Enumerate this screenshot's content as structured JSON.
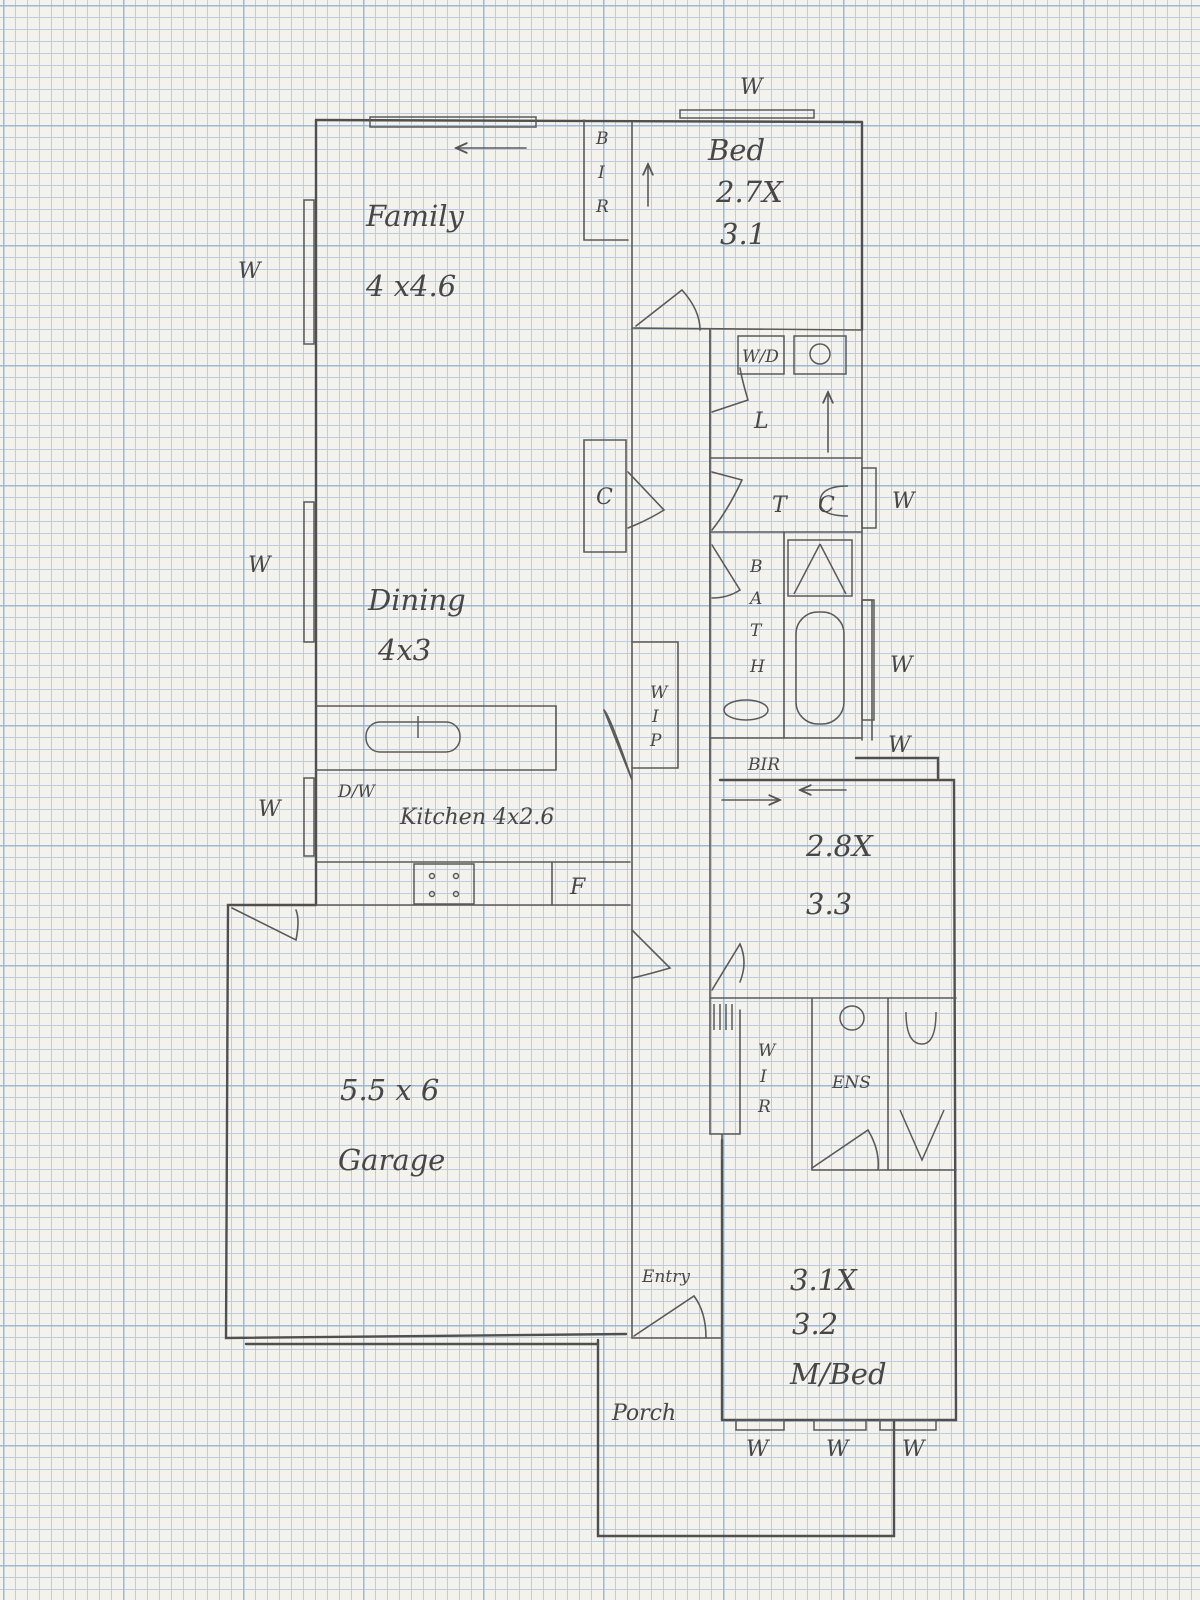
{
  "rooms": {
    "family": {
      "name": "Family",
      "size": "4 x4.6"
    },
    "dining": {
      "name": "Dining",
      "size": "4x3"
    },
    "kitchen": {
      "label": "Kitchen 4x2.6",
      "dishwasher": "D/W",
      "fridge": "F"
    },
    "bed": {
      "name": "Bed",
      "size_line1": "2.7X",
      "size_line2": "3.1"
    },
    "bed2": {
      "size_line1": "2.8X",
      "size_line2": "3.3"
    },
    "garage": {
      "size": "5.5 x 6",
      "name": "Garage"
    },
    "master": {
      "size_line1": "3.1X",
      "size_line2": "3.2",
      "name": "M/Bed"
    },
    "porch": {
      "name": "Porch"
    },
    "entry": {
      "name": "Entry"
    },
    "ensuite": {
      "name": "ENS"
    },
    "laundry": {
      "name": "L",
      "washer": "W/D"
    },
    "toilet": {
      "name": "T",
      "cupboard": "C"
    },
    "bath": {
      "letters": [
        "B",
        "A",
        "T",
        "H"
      ]
    },
    "linen_cupboard": {
      "name": "C"
    }
  },
  "robes": {
    "bir_top": [
      "B",
      "I",
      "R"
    ],
    "bir_mid": "BIR",
    "wip": [
      "W",
      "I",
      "P"
    ],
    "wir": [
      "W",
      "I",
      "R"
    ]
  },
  "windows": {
    "top": "W",
    "family_left": "W",
    "dining_left": "W",
    "kitchen_left": "W",
    "toilet_right": "W",
    "bath_right": "W",
    "bath_lower": "W",
    "bottom_1": "W",
    "bottom_2": "W",
    "bottom_3": "W"
  }
}
